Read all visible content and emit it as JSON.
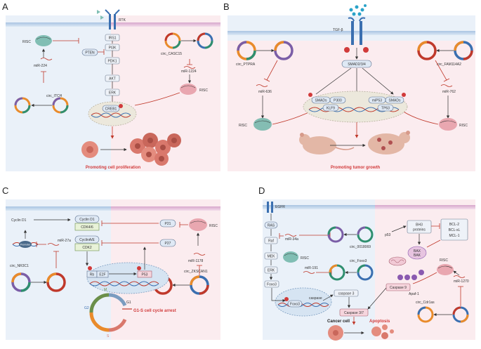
{
  "panels": {
    "A": {
      "label": "A",
      "rtk": "RTK",
      "chain": [
        "IRS1",
        "PI3K",
        "PDK1",
        "AKT",
        "ERK"
      ],
      "risc_left": "RISC",
      "pten": "PTEN",
      "mir_left": "miR-224",
      "circ_left": "circ_ITCH",
      "circ_right": "circ_CASC15",
      "mir_right": "miR-1224",
      "risc_right": "RISC",
      "creb": "CREB1",
      "outcome": "Promoting cell proliferation"
    },
    "B": {
      "label": "B",
      "ligand": "TGF-β",
      "smad": "SMAD2/3/4",
      "circ_left": "circ_PTPRA",
      "mir_left": "miR-636",
      "risc_left": "RISC",
      "circ_right": "circ_FAM114A2",
      "mir_right": "miR-762",
      "risc_right": "RISC",
      "left_complex": [
        "SMADs",
        "P300",
        "KLF9"
      ],
      "right_complex": [
        "miP53",
        "SMADs",
        "TP63"
      ],
      "outcome": "Promoting tumor growth"
    },
    "C": {
      "label": "C",
      "cyclin_d1_left": "Cyclin D1",
      "promoter": "Promoter",
      "mir": "miR-27a",
      "circ_left": "circ_NR3C1",
      "cyclin_d1": "Cyclin D1",
      "cdk46": "CDK4/6",
      "cyclin_ae": "CyclinA/E",
      "cdk2": "CDK2",
      "p21": "P21",
      "p27": "P27",
      "risc": "RISC",
      "mir_right": "miR-1178",
      "circ_right": "circ_ZKSCAN1",
      "rb": "Rb",
      "e2f": "E2F",
      "p53": "P53",
      "phases": [
        "M",
        "G1",
        "S",
        "G2"
      ],
      "outcome": "G1-S cell cycle arrest"
    },
    "D": {
      "label": "D",
      "egfr": "EGFR",
      "chain": [
        "RAS",
        "Raf",
        "MEK",
        "ERK",
        "Foxo3"
      ],
      "mir34": "miR-34a",
      "circ_top": "circ_0018069",
      "risc_left": "RISC",
      "mir191": "miR-191",
      "circ_foxo3": "circ_Foxo3",
      "foxo3_nuc": "Foxo3",
      "caspase3_small": "caspase 3",
      "caspase_nuc": "caspase",
      "caspase37": "Caspase 3/7",
      "caspase9": "Caspase 9",
      "apaf": "Apaf-1",
      "p53": "p53",
      "bh3": [
        "BH3",
        "proteins"
      ],
      "bcl": [
        "BCL-2",
        "BCL-xL",
        "MCL-1"
      ],
      "bax": [
        "BAX",
        "BAK"
      ],
      "risc_right": "RISC",
      "mir1270": "miR-1270",
      "circ_right": "circ_Cdr1as",
      "cancer_cell": "Cancer cell",
      "apoptosis": "Apoptosis"
    }
  },
  "colors": {
    "bg_pink": "#fbecef",
    "bg_blue": "#eaf1f9",
    "membrane_blue": "#8fb2d6",
    "membrane_pink": "#d9a7c6",
    "accent_red": "#d13a3a",
    "receptor": "#3a6fb0"
  }
}
